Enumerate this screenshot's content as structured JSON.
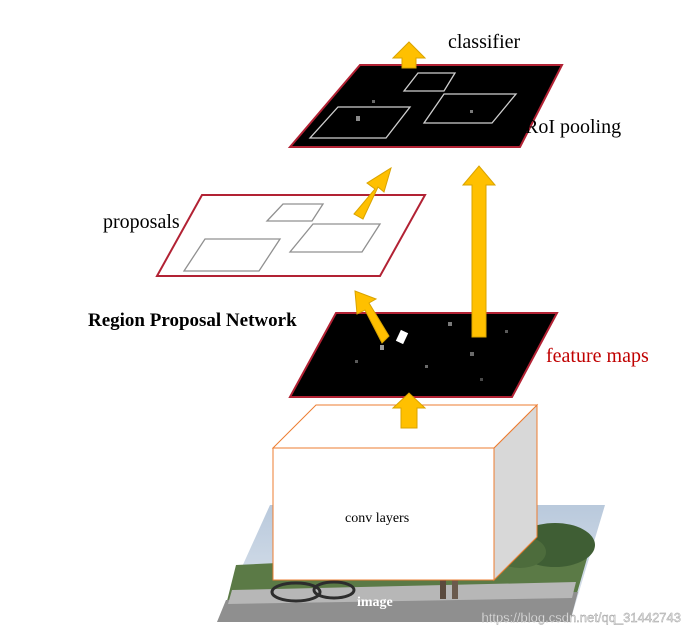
{
  "labels": {
    "classifier": "classifier",
    "roi_pooling": "RoI pooling",
    "proposals": "proposals",
    "rpn": "Region Proposal Network",
    "feature_maps": "feature maps",
    "conv_layers": "conv layers",
    "image": "image"
  },
  "watermark": "https://blog.csdn.net/qq_31442743",
  "colors": {
    "arrow": "#ffc000",
    "arrow_stroke": "#d9a300",
    "plane_border": "#b22234",
    "box_border": "#ed7d31",
    "feature_label": "#c00000",
    "plane_fill": "#000000"
  }
}
